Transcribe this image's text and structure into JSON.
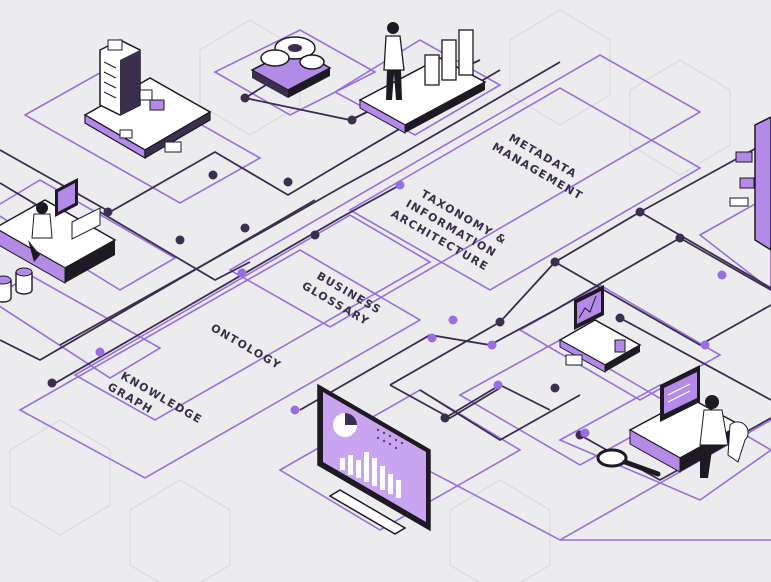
{
  "diagram": {
    "labels": {
      "metadata": [
        "METADATA",
        "MANAGEMENT"
      ],
      "taxonomy": [
        "TAXONOMY &",
        "INFORMATION",
        "ARCHITECTURE"
      ],
      "glossary": [
        "BUSINESS",
        "GLOSSARY"
      ],
      "ontology": [
        "ONTOLOGY"
      ],
      "knowledge": [
        "KNOWLEDGE",
        "GRAPH"
      ]
    },
    "colors": {
      "background": "#ecebee",
      "accent": "#8b5cd6",
      "accent_light": "#c9a4f0",
      "line_dark": "#3b2e4f",
      "node": "#3b2e4f"
    },
    "illustrations": [
      "building-data-center-icon",
      "gears-icon",
      "person-with-bar-chart-icon",
      "analyst-at-desk-icon",
      "database-cylinders-icon",
      "tablet-device-icon",
      "monitor-workstation-icon",
      "person-at-computer-icon",
      "magnifying-glass-icon",
      "large-dashboard-monitor-icon"
    ]
  }
}
